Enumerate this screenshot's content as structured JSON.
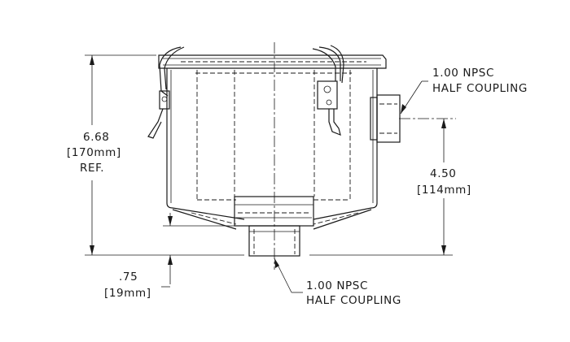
{
  "dimensions": {
    "overall_height": {
      "value": "6.68",
      "metric": "[170mm]",
      "note": "REF."
    },
    "side_coupling_height": {
      "value": "4.50",
      "metric": "[114mm]"
    },
    "bottom_coupling_length": {
      "value": ".75",
      "metric": "[19mm]"
    }
  },
  "callouts": {
    "side_coupling": {
      "line1": "1.00  NPSC",
      "line2": "HALF  COUPLING"
    },
    "bottom_coupling": {
      "line1": "1.00  NPSC",
      "line2": "HALF  COUPLING"
    }
  }
}
